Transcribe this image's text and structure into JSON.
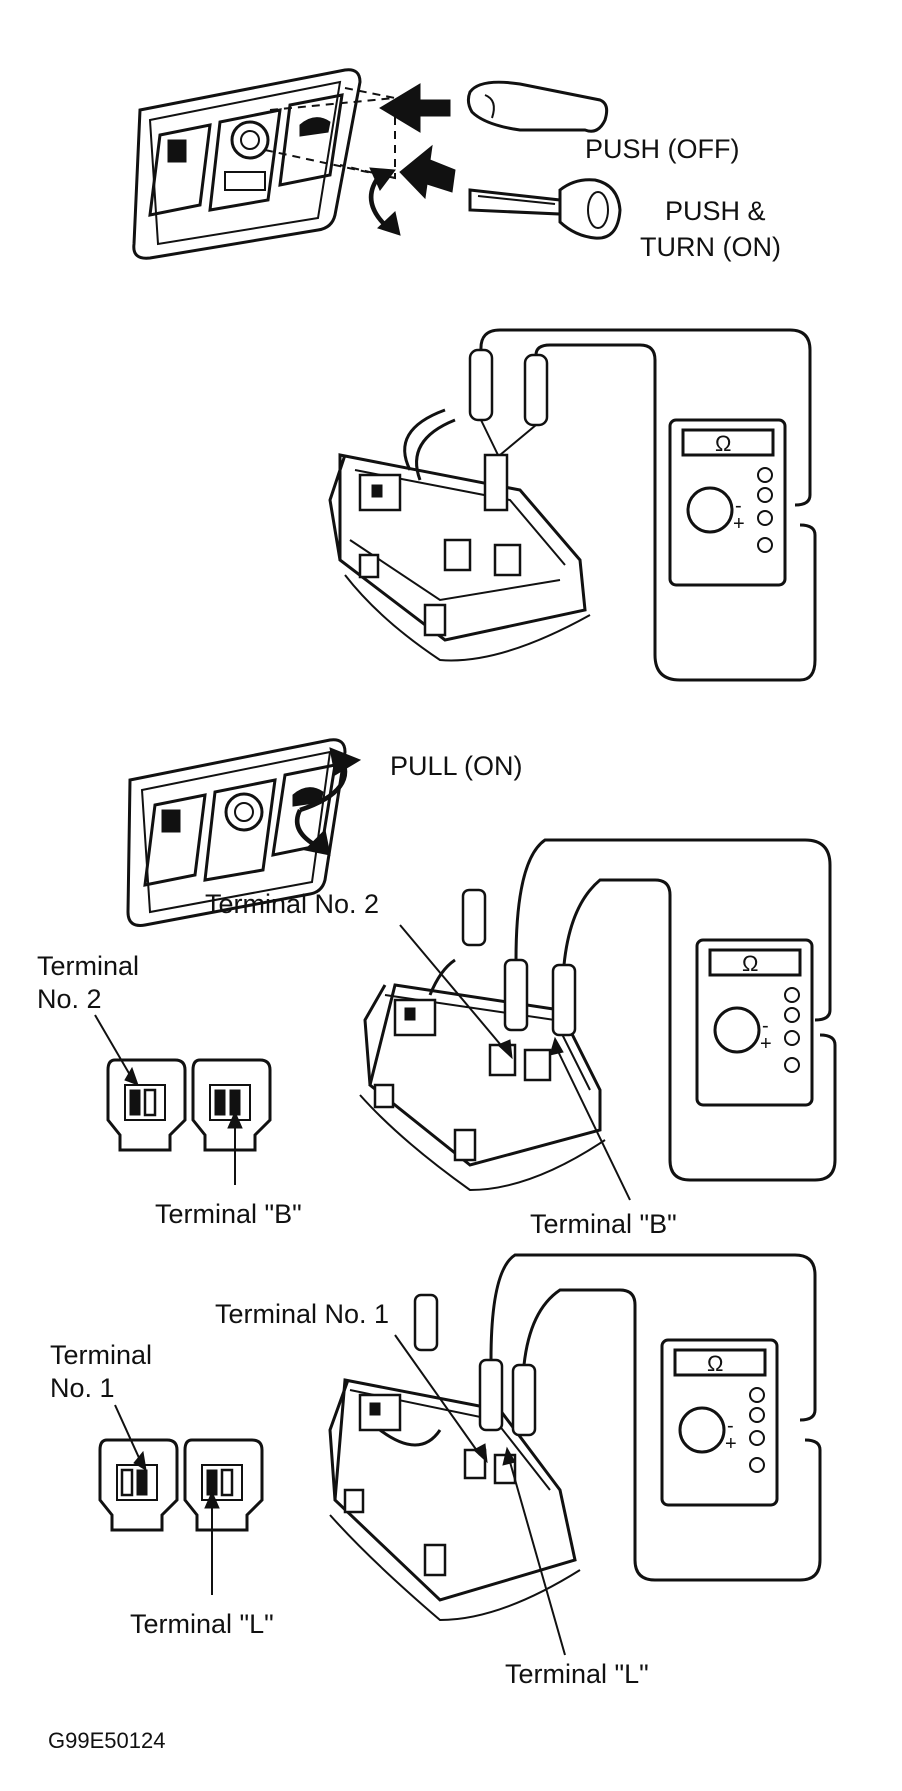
{
  "panel_switch": {
    "push_off_label": "PUSH (OFF)",
    "push_turn_label_line1": "PUSH &",
    "push_turn_label_line2": "TURN (ON)",
    "pull_on_label": "PULL (ON)"
  },
  "test_b": {
    "terminal_no_label": "Terminal No. 2",
    "connector_terminal_line1": "Terminal",
    "connector_terminal_line2": "No. 2",
    "connector_b_label": "Terminal \"B\"",
    "probe_b_label": "Terminal \"B\""
  },
  "test_l": {
    "terminal_no_label": "Terminal No. 1",
    "connector_terminal_line1": "Terminal",
    "connector_terminal_line2": "No. 1",
    "connector_l_label": "Terminal \"L\"",
    "probe_l_label": "Terminal \"L\""
  },
  "ohmmeter": {
    "symbol": "Ω",
    "minus": "-",
    "plus": "+"
  },
  "figure_code": "G99E50124"
}
